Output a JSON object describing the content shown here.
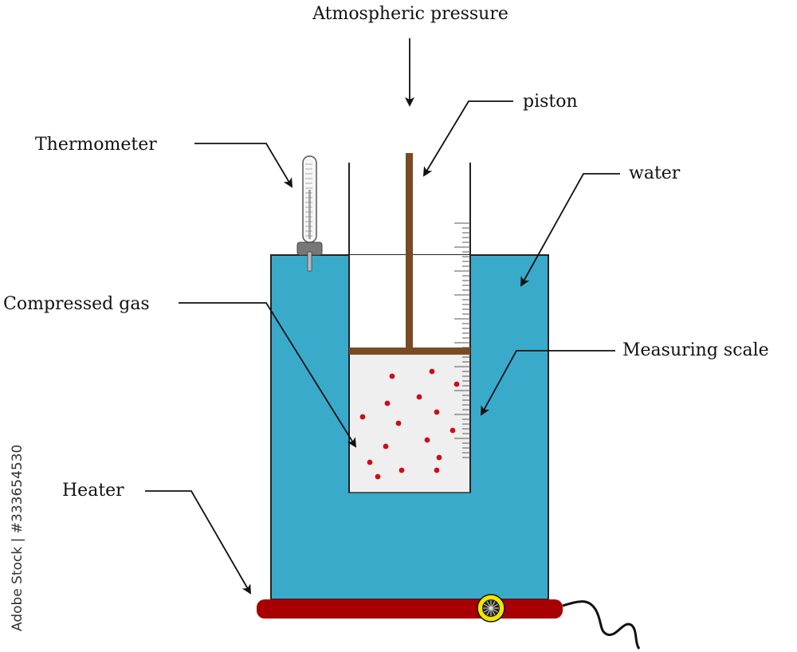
{
  "labels": {
    "atmospheric_pressure": "Atmospheric pressure",
    "piston": "piston",
    "thermometer": "Thermometer",
    "water": "water",
    "compressed_gas": "Compressed gas",
    "measuring_scale": "Measuring scale",
    "heater": "Heater"
  },
  "watermark": "Adobe Stock | #333654530",
  "colors": {
    "water": "#3aaacb",
    "piston": "#7a4a24",
    "gas": "#efefef",
    "gas_particle": "#cc0e15",
    "heater": "#a80000",
    "knob_ring": "#f2e600",
    "outline": "#222222"
  }
}
